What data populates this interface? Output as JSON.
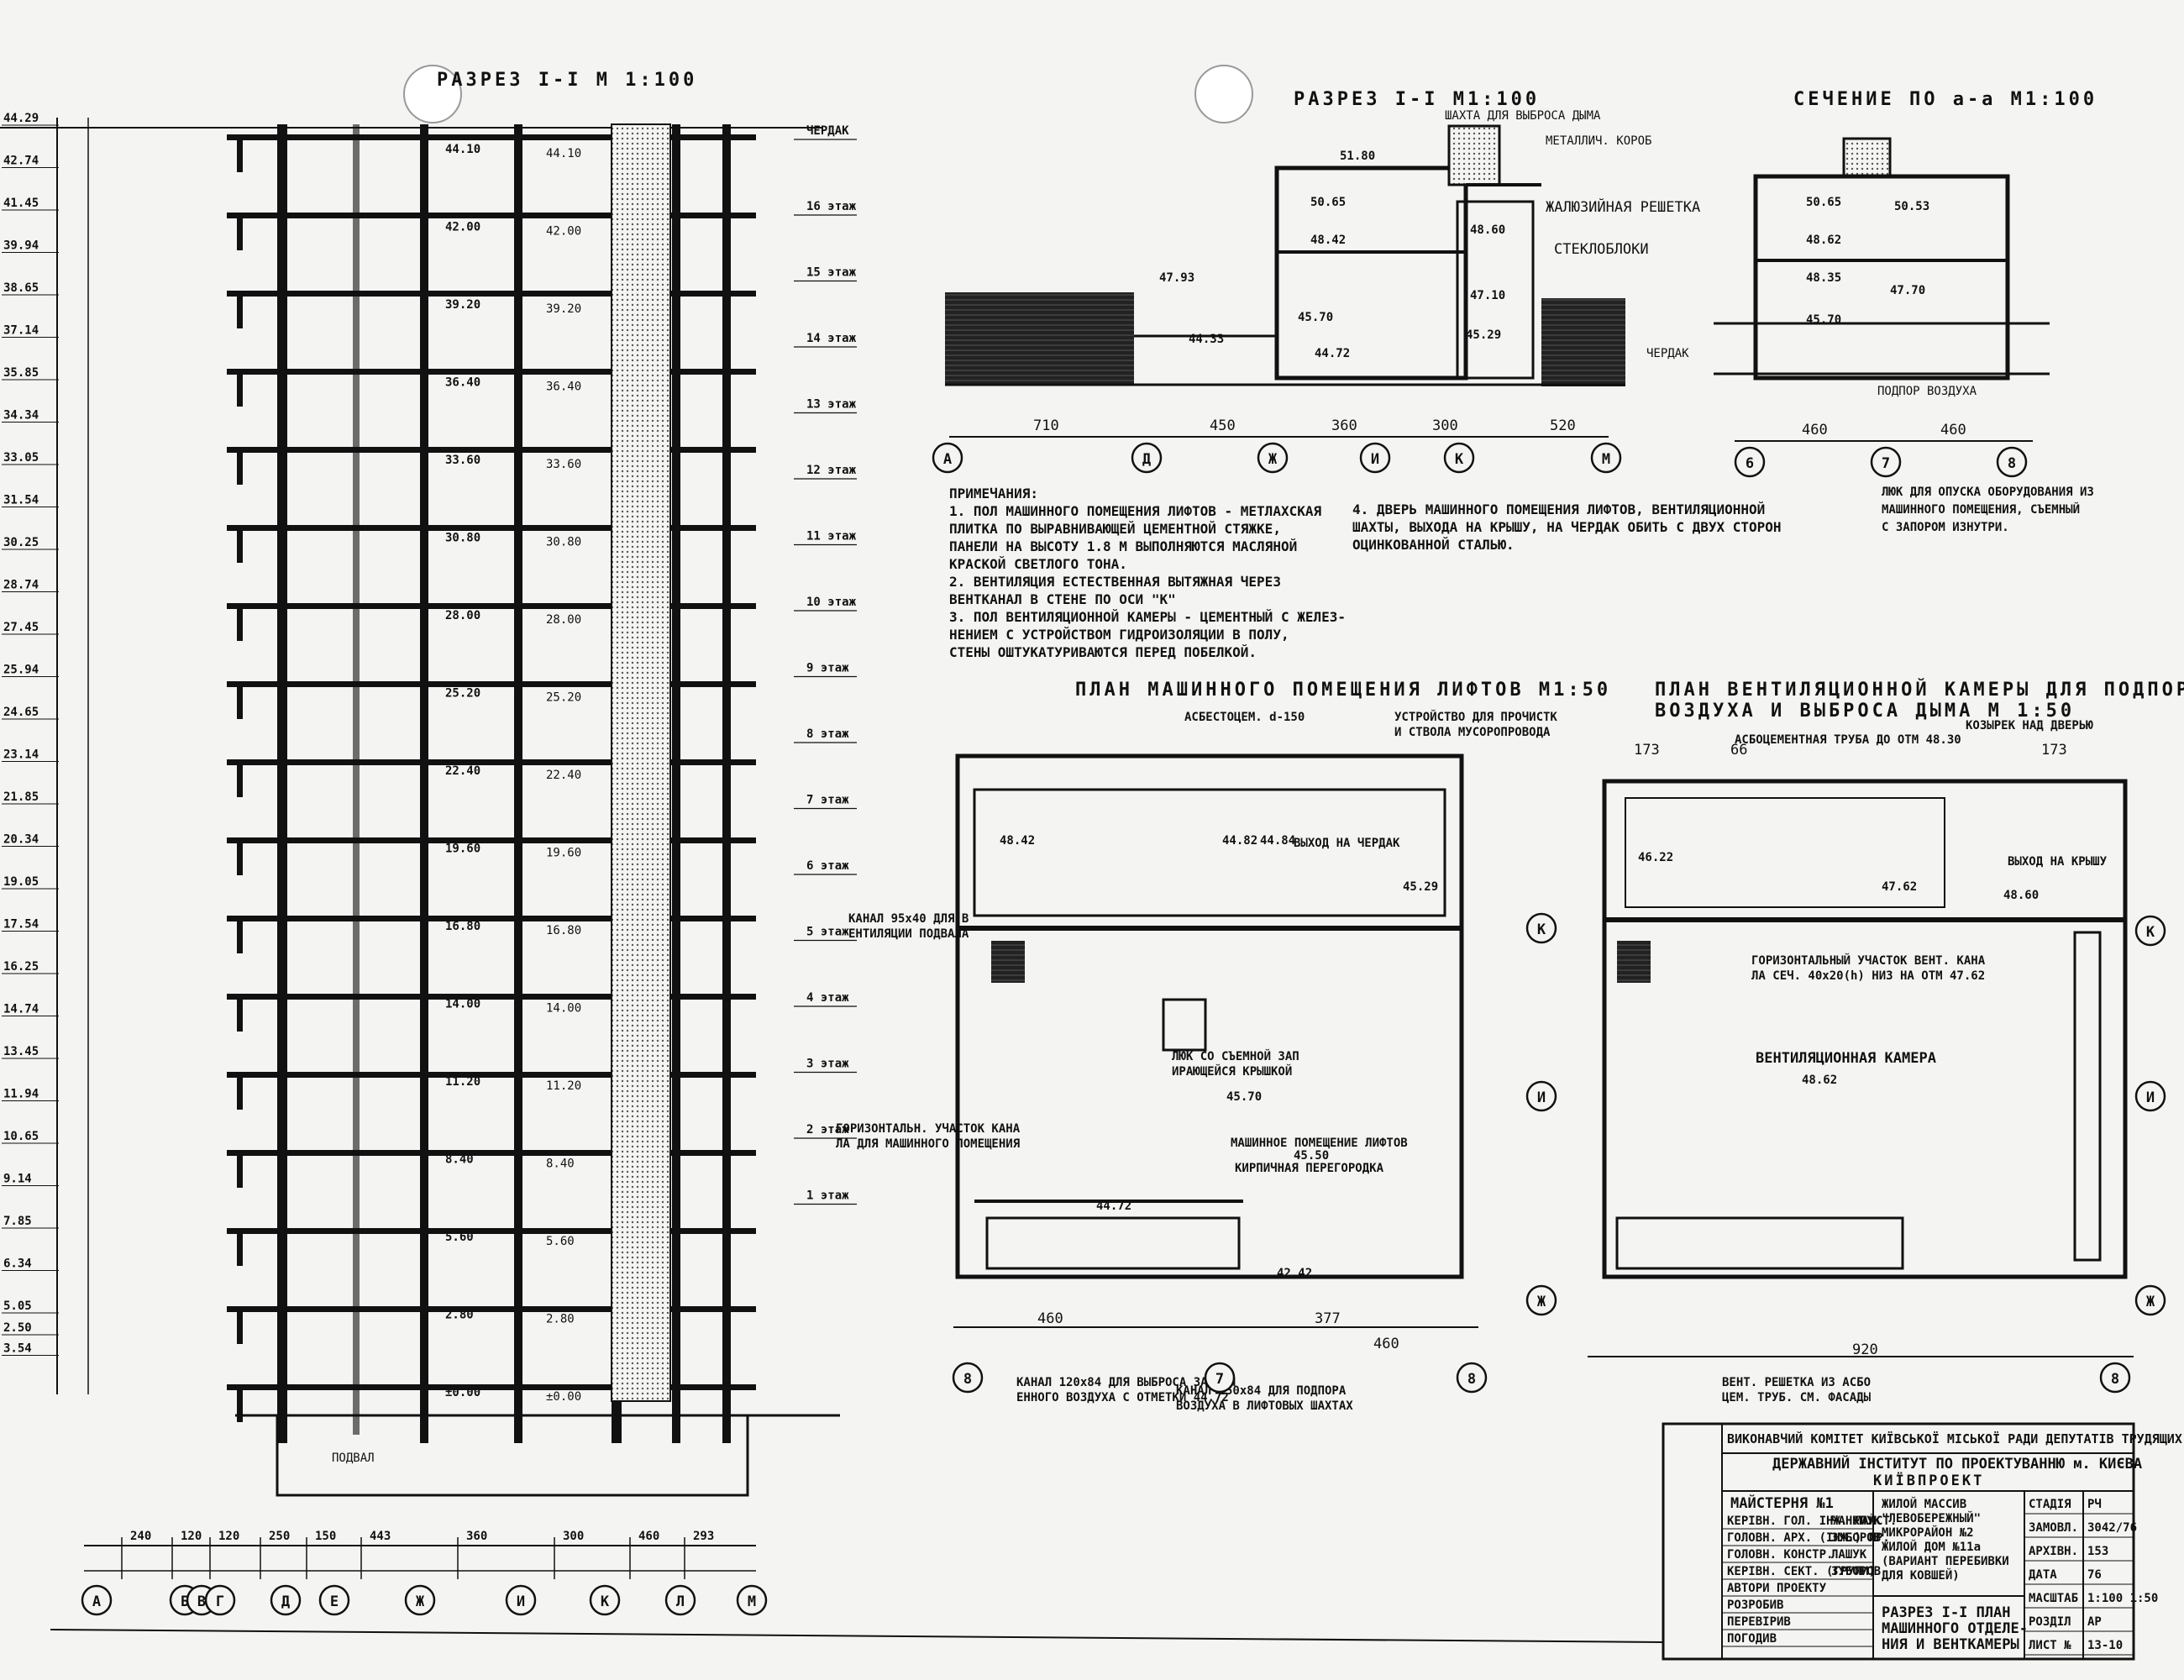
{
  "titles": {
    "section_left": "РАЗРЕЗ I-I М 1:100",
    "section_top": "РАЗРЕЗ I-I М1:100",
    "section_aa": "СЕЧЕНИЕ ПО а-а М1:100",
    "plan_machine": "ПЛАН МАШИННОГО ПОМЕЩЕНИЯ ЛИФТОВ М1:50",
    "plan_vent_1": "ПЛАН ВЕНТИЛЯЦИОННОЙ КАМЕРЫ ДЛЯ ПОДПОРА",
    "plan_vent_2": "ВОЗДУХА И ВЫБРОСА ДЫМА М 1:50"
  },
  "left_elevations": [
    "44.29",
    "42.74",
    "41.45",
    "39.94",
    "38.65",
    "37.14",
    "35.85",
    "34.34",
    "33.05",
    "31.54",
    "30.25",
    "28.74",
    "27.45",
    "25.94",
    "24.65",
    "23.14",
    "21.85",
    "20.34",
    "19.05",
    "17.54",
    "16.25",
    "14.74",
    "13.45",
    "11.94",
    "10.65",
    "9.14",
    "7.85",
    "6.34",
    "5.05",
    "3.54",
    "2.50"
  ],
  "floor_labels": [
    "ЧЕРДАК",
    "16 этаж",
    "15 этаж",
    "14 этаж",
    "13 этаж",
    "12 этаж",
    "11 этаж",
    "10 этаж",
    "9 этаж",
    "8 этаж",
    "7 этаж",
    "6 этаж",
    "5 этаж",
    "4 этаж",
    "3 этаж",
    "2 этаж",
    "1 этаж",
    "ПОДВАЛ"
  ],
  "section_marks": [
    "44.10",
    "42.00",
    "39.20",
    "36.40",
    "33.60",
    "30.80",
    "28.00",
    "25.20",
    "22.40",
    "19.60",
    "16.80",
    "14.00",
    "11.20",
    "8.40",
    "5.60",
    "2.80",
    "±0.00"
  ],
  "bottom_axes": [
    "А",
    "Б",
    "В",
    "Г",
    "Д",
    "Е",
    "Ж",
    "И",
    "К",
    "Л",
    "М"
  ],
  "bottom_dims": [
    "240",
    "120",
    "120",
    "250",
    "150",
    "443",
    "360",
    "300",
    "460",
    "293"
  ],
  "top_section": {
    "axes": [
      "А",
      "Д",
      "Ж",
      "И",
      "К",
      "М"
    ],
    "dims": [
      "710",
      "450",
      "360",
      "300",
      "520"
    ],
    "labels": [
      "ШАХТА ДЛЯ ВЫБРОСА ДЫМА",
      "МЕТАЛЛИЧ. КОРОБ",
      "ЖАЛЮЗИЙНАЯ РЕШЕТКА",
      "СТЕКЛОБЛОКИ",
      "ЧЕРДАК"
    ],
    "marks": [
      "51.80",
      "50.65",
      "48.60",
      "48.42",
      "47.10",
      "45.70",
      "45.29",
      "44.72",
      "47.93",
      "44.33"
    ]
  },
  "section_aa": {
    "axes": [
      "6",
      "7",
      "8"
    ],
    "dims": [
      "460",
      "460"
    ],
    "marks": [
      "50.65",
      "50.53",
      "48.62",
      "48.35",
      "47.70",
      "45.70"
    ],
    "labels": [
      "ПОДПОР ВОЗДУХА"
    ],
    "hatch_note": [
      "ЛЮК ДЛЯ ОПУСКА ОБОРУДОВАНИЯ ИЗ",
      "МАШИННОГО ПОМЕЩЕНИЯ, СЪЕМНЫЙ",
      "С ЗАПОРОМ ИЗНУТРИ."
    ]
  },
  "notes": [
    "ПРИМЕЧАНИЯ:",
    "1. ПОЛ МАШИННОГО ПОМЕЩЕНИЯ ЛИФТОВ - МЕТЛАХСКАЯ",
    "ПЛИТКА ПО ВЫРАВНИВАЮЩЕЙ ЦЕМЕНТНОЙ СТЯЖКЕ,",
    "ПАНЕЛИ НА ВЫСОТУ 1.8 М ВЫПОЛНЯЮТСЯ МАСЛЯНОЙ",
    "КРАСКОЙ СВЕТЛОГО ТОНА.",
    "2. ВЕНТИЛЯЦИЯ ЕСТЕСТВЕННАЯ ВЫТЯЖНАЯ ЧЕРЕЗ",
    "ВЕНТКАНАЛ В СТЕНЕ ПО ОСИ \"К\"",
    "3. ПОЛ ВЕНТИЛЯЦИОННОЙ КАМЕРЫ - ЦЕМЕНТНЫЙ С ЖЕЛЕЗ-",
    "НЕНИЕМ С УСТРОЙСТВОМ ГИДРОИЗОЛЯЦИИ В ПОЛУ,",
    "СТЕНЫ ОШТУКАТУРИВАЮТСЯ ПЕРЕД ПОБЕЛКОЙ."
  ],
  "notes_right": [
    "4. ДВЕРЬ МАШИННОГО ПОМЕЩЕНИЯ ЛИФТОВ, ВЕНТИЛЯЦИОННОЙ",
    "ШАХТЫ, ВЫХОДА НА КРЫШУ, НА ЧЕРДАК ОБИТЬ С ДВУХ СТОРОН",
    "ОЦИНКОВАННОЙ СТАЛЬЮ."
  ],
  "machine_plan": {
    "axes": [
      "8",
      "7",
      "8"
    ],
    "row_axes": [
      "К",
      "И",
      "Ж"
    ],
    "dims": [
      "460",
      "377",
      "460"
    ],
    "labels": [
      "МАШИННОЕ ПОМЕЩЕНИЕ ЛИФТОВ",
      "КИРПИЧНАЯ ПЕРЕГОРОДКА",
      "ЛЮК СО СЪЕМНОЙ ЗАПИРАЮЩЕЙСЯ КРЫШКОЙ",
      "ВЫХОД НА ЧЕРДАК",
      "УСТРОЙСТВО ДЛЯ ПРОЧИСТКИ СТВОЛА МУСОРОПРОВОДА",
      "АСБЕСТОЦЕМ. d-150",
      "ГОРИЗОНТАЛЬН. УЧАСТОК КАНАЛА ДЛЯ МАШИННОГО ПОМЕЩЕНИЯ",
      "КАНАЛ 95х40 ДЛЯ ВЕНТИЛЯЦИИ ПОДВАЛА",
      "КАНАЛ 150х84 ДЛЯ ПОДПОРА ВОЗДУХА В ЛИФТОВЫХ ШАХТАХ",
      "КАНАЛ 120х84 ДЛЯ ВЫБРОСА ЗАДЫМЛЕННОГО ВОЗДУХА С ОТМЕТКИ 44.72"
    ],
    "marks": [
      "42.42",
      "44.72",
      "45.50",
      "45.70",
      "48.42",
      "44.82",
      "44.84",
      "45.29"
    ]
  },
  "vent_plan": {
    "row_axes": [
      "К",
      "И",
      "Ж"
    ],
    "axes": [
      "8"
    ],
    "dims": [
      "173",
      "66",
      "173",
      "920"
    ],
    "labels": [
      "ВЕНТИЛЯЦИОННАЯ КАМЕРА",
      "ГОРИЗОНТАЛЬНЫЙ УЧАСТОК ВЕНТ. КАНАЛА СЕЧ. 40х20(h) НИЗ НА ОТМ 47.62",
      "АСБОЦЕМЕНТНАЯ ТРУБА ДО ОТМ 48.30",
      "КОЗЫРЕК НАД ДВЕРЬЮ",
      "ВЫХОД НА КРЫШУ",
      "ВЕНТ. РЕШЕТКА ИЗ АСБОЦЕМ. ТРУБ. СМ. ФАСАДЫ"
    ],
    "marks": [
      "48.60",
      "48.62",
      "46.22",
      "47.62"
    ]
  },
  "stamp": {
    "org1": "ВИКОНАВЧИЙ КОМІТЕТ КИЇВСЬКОЇ МІСЬКОЇ РАДИ ДЕПУТАТІВ ТРУДЯЩИХ",
    "org2": "ДЕРЖАВНИЙ ІНСТИТУТ ПО ПРОЕКТУВАННЮ м. КИЄВА",
    "org3": "КИЇВПРОЕКТ",
    "workshop": "МАЙСТЕРНЯ №1",
    "roles": [
      "КЕРІВН. ГОЛ. ІНЖ. МАЙСТ.",
      "ГОЛОВН. АРХ. (ІНЖ.) ПР.",
      "ГОЛОВН. КОНСТР.",
      "КЕРІВН. СЕКТ. (ГРУПИ)",
      "АВТОРИ ПРОЕКТУ",
      "РОЗРОБИВ",
      "ПЕРЕВІРИВ",
      "ПОГОДИВ"
    ],
    "names": [
      "ЧАНКЛУК",
      "ЗУБОРОВ",
      "ЛАШУК",
      "ЗУБОРОВ"
    ],
    "object": [
      "ЖИЛОЙ МАССИВ",
      "\"ЛЕВОБЕРЕЖНЫЙ\"",
      "МИКРОРАЙОН №2",
      "ЖИЛОЙ ДОМ №11а",
      "(ВАРИАНТ ПЕРЕБИВКИ",
      "ДЛЯ КОВШЕЙ)"
    ],
    "drawing": [
      "РАЗРЕЗ I-I ПЛАН",
      "МАШИННОГО ОТДЕЛЕ-",
      "НИЯ И ВЕНТКАМЕРЫ"
    ],
    "fields": [
      {
        "k": "СТАДІЯ",
        "v": "РЧ"
      },
      {
        "k": "ЗАМОВЛ.",
        "v": "3042/76"
      },
      {
        "k": "АРХІВН.",
        "v": "153"
      },
      {
        "k": "ДАТА",
        "v": "76"
      },
      {
        "k": "МАСШТАБ",
        "v": "1:100 1:50"
      },
      {
        "k": "РОЗДІЛ",
        "v": "АР"
      },
      {
        "k": "ЛИСТ №",
        "v": "13-10"
      }
    ]
  }
}
